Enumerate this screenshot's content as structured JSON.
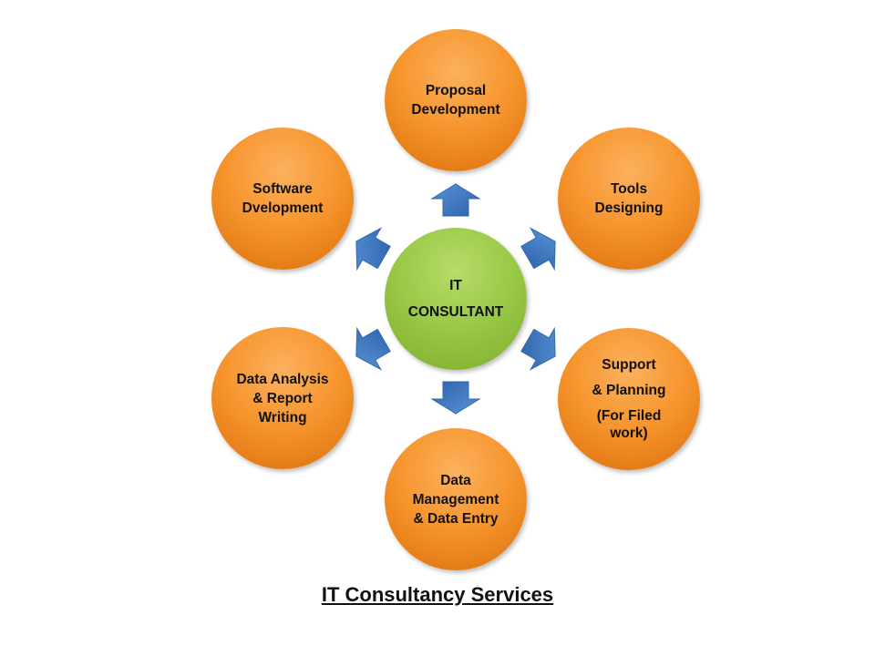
{
  "center": {
    "lines": [
      "IT",
      "CONSULTANT"
    ]
  },
  "nodes": [
    {
      "id": "proposal-development",
      "lines": [
        "Proposal",
        "Development"
      ]
    },
    {
      "id": "tools-designing",
      "lines": [
        "Tools",
        "Designing"
      ]
    },
    {
      "id": "support-planning",
      "lines": [
        "Support",
        "& Planning",
        "(For Filed",
        "work)"
      ]
    },
    {
      "id": "data-management",
      "lines": [
        "Data",
        "Management",
        "& Data Entry"
      ]
    },
    {
      "id": "data-analysis",
      "lines": [
        "Data Analysis",
        "& Report",
        "Writing"
      ]
    },
    {
      "id": "software-development",
      "lines": [
        "Software",
        "Dvelopment"
      ]
    }
  ],
  "caption": "IT Consultancy Services",
  "colors": {
    "node": "#f7962f",
    "center": "#9bc948",
    "arrow": "#3a75c0"
  }
}
